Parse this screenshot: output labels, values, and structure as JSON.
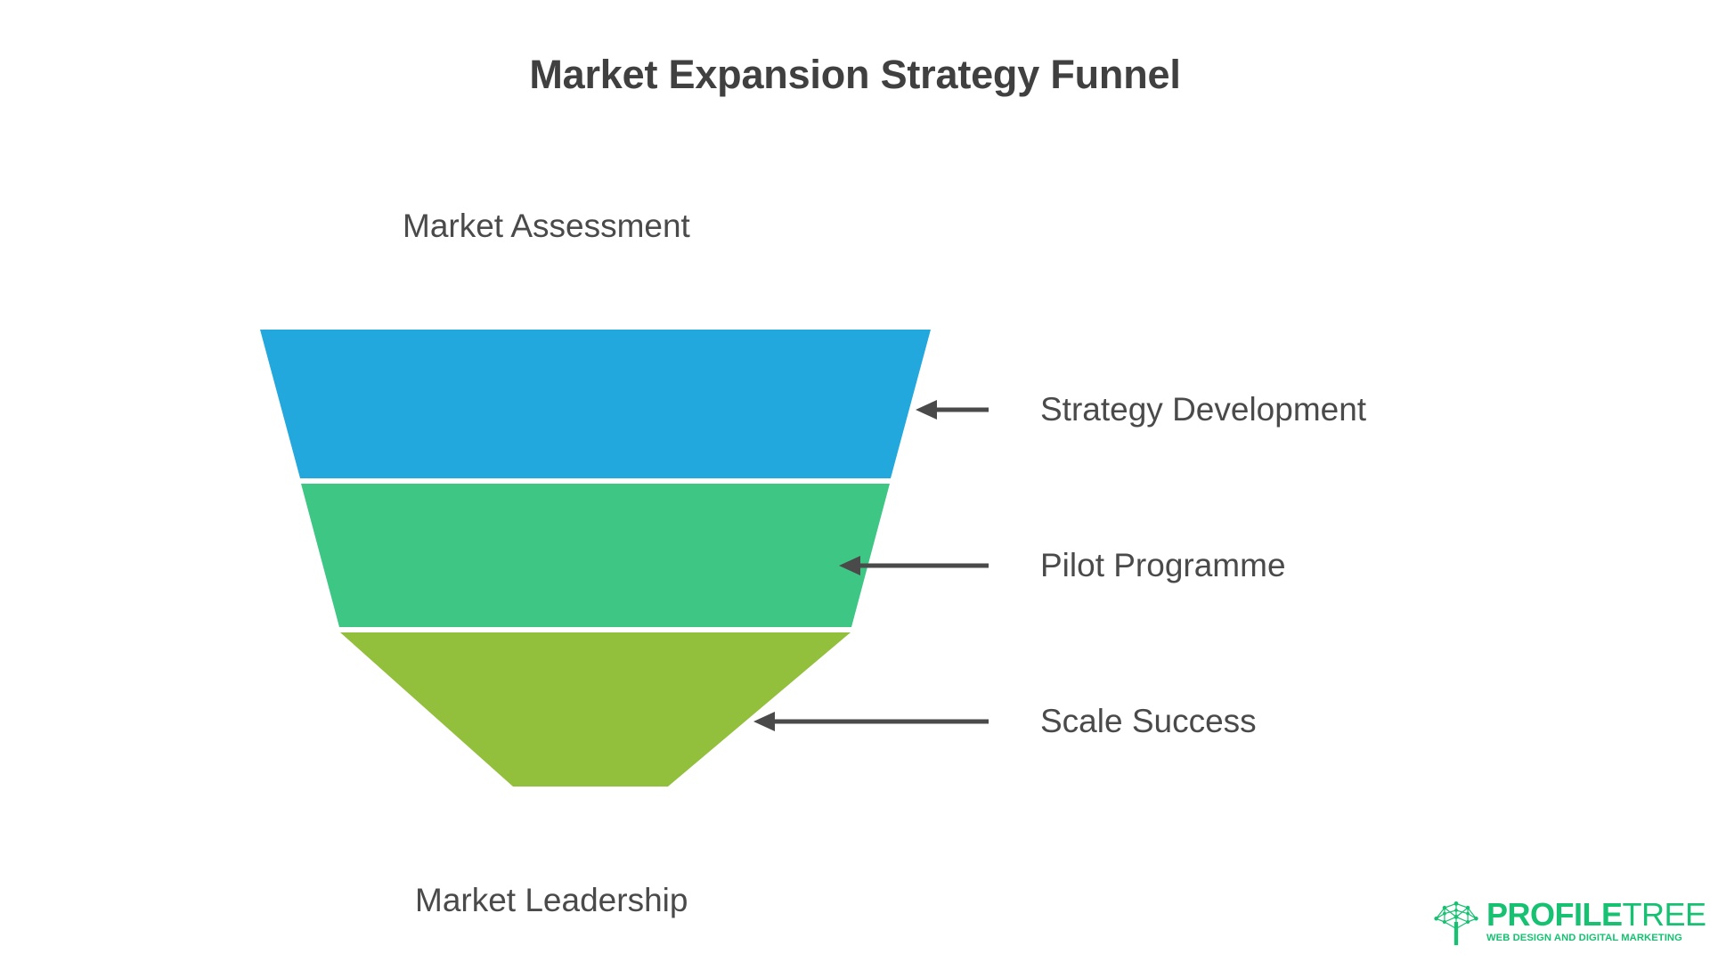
{
  "chart_data": {
    "type": "funnel",
    "title": "Market Expansion Strategy Funnel",
    "orientation": "vertical-inverted",
    "background": "#FFFFFF",
    "title_color": "#404040",
    "label_color": "#4A4A4A",
    "arrow_color": "#4A4A4A",
    "stages": [
      {
        "index": 1,
        "label": "Market Assessment",
        "label_position": "above-funnel-left",
        "has_band": false,
        "has_arrow": false,
        "color": ""
      },
      {
        "index": 2,
        "label": "Strategy Development",
        "label_position": "right-callout",
        "has_band": true,
        "has_arrow": true,
        "color": "#22A8DD",
        "color_name": "blue"
      },
      {
        "index": 3,
        "label": "Pilot Programme",
        "label_position": "right-callout",
        "has_band": true,
        "has_arrow": true,
        "color": "#3EC684",
        "color_name": "green"
      },
      {
        "index": 4,
        "label": "Scale Success",
        "label_position": "right-callout",
        "has_band": true,
        "has_arrow": true,
        "color": "#92BF3C",
        "color_name": "olive-green"
      },
      {
        "index": 5,
        "label": "Market Leadership",
        "label_position": "below-funnel-left",
        "has_band": false,
        "has_arrow": false,
        "color": ""
      }
    ],
    "band_colors": [
      "#22A8DD",
      "#3EC684",
      "#92BF3C"
    ],
    "band_labels": [
      "Strategy Development",
      "Pilot Programme",
      "Scale Success"
    ],
    "outer_labels": [
      "Market Assessment",
      "Market Leadership"
    ],
    "legend": "none",
    "grid": false
  },
  "title": {
    "text": "Market Expansion Strategy Funnel"
  },
  "outer_labels": {
    "top": "Market Assessment",
    "bottom": "Market Leadership"
  },
  "callouts": [
    {
      "text": "Strategy Development",
      "arrow": "arrow-left-icon"
    },
    {
      "text": "Pilot Programme",
      "arrow": "arrow-left-icon"
    },
    {
      "text": "Scale Success",
      "arrow": "arrow-left-icon"
    }
  ],
  "logo": {
    "word_primary": "PROFILE",
    "word_secondary": "TREE",
    "tagline": "WEB DESIGN AND DIGITAL MARKETING",
    "color": "#16C172",
    "mark": "network-tree-icon"
  }
}
